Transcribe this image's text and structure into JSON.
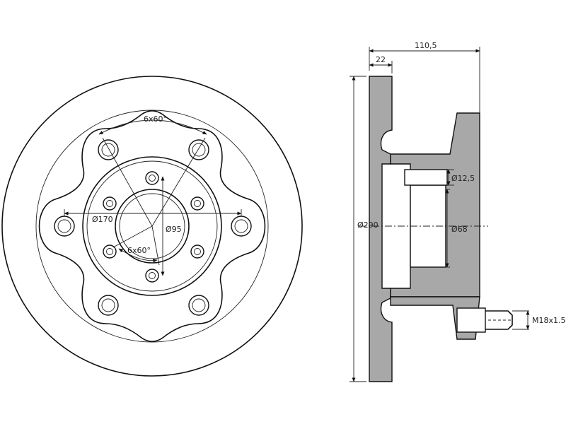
{
  "front_view": {
    "bolt_pattern_outer": "6x60°",
    "bolt_pattern_inner": "6x60°",
    "pcd_outer": "Ø170",
    "center_bore": "Ø95"
  },
  "side_view": {
    "total_height": "110,5",
    "disc_thickness": "22",
    "outer_diameter": "Ø290",
    "pilot_hole": "Ø12,5",
    "hub_bore": "Ø68",
    "thread": "M18x1.5"
  },
  "colors": {
    "line": "#111111",
    "section_fill": "#a8a8a8",
    "background": "#ffffff"
  }
}
